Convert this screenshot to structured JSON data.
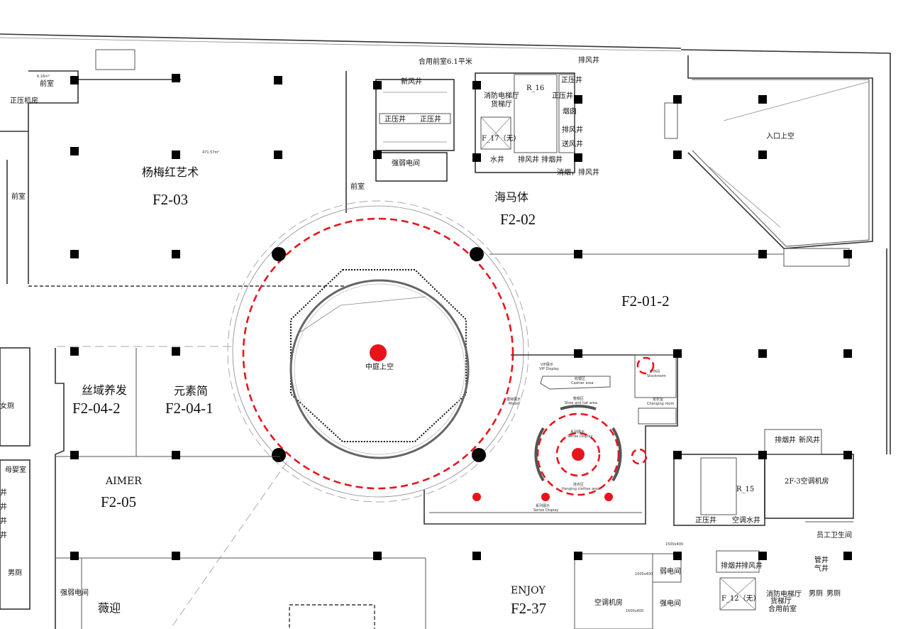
{
  "colors": {
    "accent_red": "#e8141c",
    "wall": "#333333",
    "column": "#000000"
  },
  "units": [
    {
      "id": "F2-03",
      "name": "杨梅红艺术",
      "area": "471.57m²"
    },
    {
      "id": "F2-02",
      "name": "海马体"
    },
    {
      "id": "F2-01-2"
    },
    {
      "id": "F2-04-2",
      "name": "丝域养发"
    },
    {
      "id": "F2-04-1",
      "name": "元素简"
    },
    {
      "id": "F2-05",
      "name": "AIMER"
    },
    {
      "id": "F2-37",
      "name": "ENJOY"
    },
    {
      "name": "薇迎"
    }
  ],
  "atrium": {
    "label": "中庭上空"
  },
  "entrance_void": "入口上空",
  "core_north": {
    "shared_lobby": "合用前室6.1平米",
    "fresh_air": "新风井",
    "pressure_shaft_1": "正压井",
    "pressure_shaft_2": "正压井",
    "elec_room": "强弱电间",
    "front_room": "前室",
    "fire_lift_hall": "消防电梯厅",
    "freight_lift_hall": "货梯厅",
    "lift": "F_17（无）",
    "stair": "R_16",
    "water_shaft": "水井",
    "exhaust_smoke": "排风井 排烟井",
    "smoke_exhaust": "消烟，排风井",
    "exhaust_top": "排风井",
    "shafts": [
      "正压井",
      "正压井",
      "烟囱",
      "排风井",
      "送风井"
    ]
  },
  "left_rooms": {
    "front_room": "前室",
    "front_room_area": "6.16m²",
    "pressure_room": "正压机房",
    "room": "前室",
    "female_wc": "女厕",
    "mother_room": "母婴室",
    "male_wc": "男厕",
    "elec": "强弱电间",
    "shafts": [
      "井",
      "井",
      "井",
      "井"
    ]
  },
  "store": {
    "vip": "VIP展示",
    "vip_en": "VIP Display",
    "cashier": "收银区",
    "cashier_en": "Cashier area",
    "stock": "工作间",
    "stock_en": "Stockroom",
    "changing": "更衣室",
    "changing_en": "Changing room",
    "model": "模特展示",
    "model_en": "Model",
    "shoe": "鞋帽区",
    "shoe_en": "Shoe and hat area",
    "series_center": "系列展示",
    "series_center_en": "Series Display",
    "hanging": "挂衣区",
    "hanging_en": "Hanging clothes area",
    "series": "系列展示",
    "series_en": "Series Display"
  },
  "core_east": {
    "smoke": "排烟井",
    "fresh": "新风井",
    "ac_room": "2F-3空调机房",
    "stair": "R_15",
    "pressure": "正压井",
    "ac_water": "空调水井",
    "staff_wc": "员工卫生间",
    "pipe": "管井",
    "gas": "气井",
    "smoke2": "排烟井",
    "exhaust2": "排风井",
    "lift": "F_12（无）",
    "lobby_1": "消防电梯厅",
    "lobby_2": "货梯厅",
    "lobby_3": "合用前室",
    "male_wc": "男厕",
    "male_wc2": "男厕",
    "weak_elec": "弱电间",
    "strong_elec": "强电间",
    "ac_room2": "空调机房",
    "dim_1": "1500x400",
    "dim_2": "1000x400",
    "dim_3": "1600x400"
  }
}
